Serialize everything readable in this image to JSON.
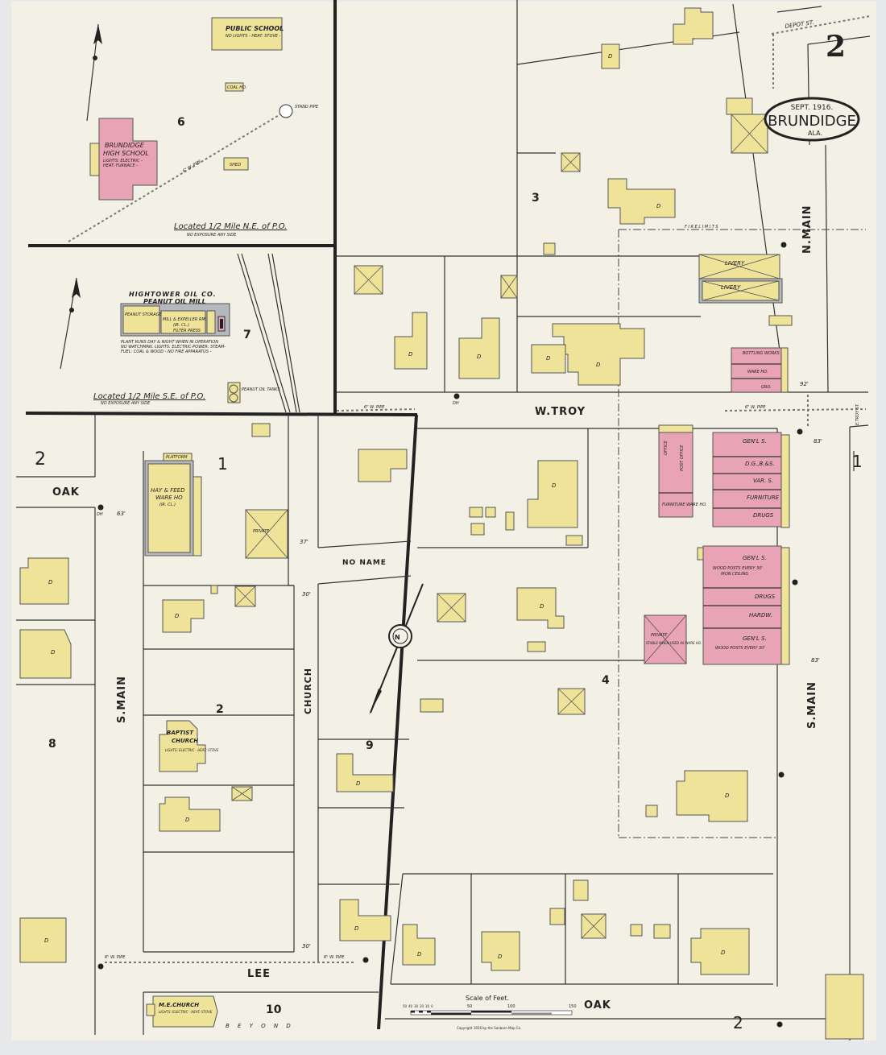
{
  "sheet": {
    "number": "2",
    "date": "SEPT. 1916.",
    "town": "BRUNDIDGE",
    "state": "ALA.",
    "copyright": "Copyright 1916 by the Sanborn Map Co."
  },
  "colors": {
    "paper": "#f3f1e6",
    "frame_dwelling": "#efe39a",
    "brick": "#e8a3b5",
    "fireproof_iron_clad": "#b5b9bd"
  },
  "insets": {
    "six": {
      "block": "6",
      "location": "Located 1/2 Mile N.E. of P.O.",
      "exposure": "NO EXPOSURE ANY SIDE",
      "public_school": "PUBLIC SCHOOL",
      "public_school_note": "NO LIGHTS - HEAT: STOVE -",
      "high_school": [
        "BRUNDIDGE",
        "HIGH SCHOOL"
      ],
      "high_school_note": "LIGHTS: ELECTRIC - HEAT: FURNACE -",
      "coal_ho": "COAL HO.",
      "shed": "SHED",
      "stand_pipe": "STAND PIPE",
      "pipe": "6\" W. PIPE"
    },
    "seven": {
      "block": "7",
      "location": "Located 1/2 Mile S.E. of P.O.",
      "exposure": "NO EXPOSURE ANY SIDE",
      "company": "HIGHTOWER OIL CO.",
      "mill": "PEANUT OIL MILL",
      "storage": "PEANUT STORAGE",
      "expeller": "MILL & EXPELLER RM.",
      "iron_clad": "(IR. CL.)",
      "filter": "FILTER PRESS",
      "notes": [
        "PLANT RUNS DAY & NIGHT WHEN IN OPERATION",
        "NO WATCHMAN. LIGHTS: ELECTRIC-POWER: STEAM-",
        "FUEL: COAL & WOOD - NO FIRE APPARATUS -"
      ],
      "tanks": "PEANUT OIL TANKS"
    }
  },
  "streets": {
    "depot": "DEPOT ST.",
    "n_main": "N.MAIN",
    "w_troy": "W.TROY",
    "s_main_left": "S.MAIN",
    "s_main_right": "S.MAIN",
    "oak_left": "OAK",
    "oak_bottom": "OAK",
    "church": "CHURCH",
    "no_name": "NO NAME",
    "lee": "LEE",
    "e_troy": "E.TROY ST."
  },
  "blocks": {
    "b1": "1",
    "b2": "2",
    "b3": "3",
    "b4": "4",
    "b8": "8",
    "b9": "9",
    "b10": "10",
    "adj_left": "2",
    "adj_right": "1",
    "adj_bottom": "2"
  },
  "buildings": {
    "livery": "LIVERY",
    "bottling": "BOTTLING WORKS",
    "ware_ho": "WARE HO.",
    "gro": "GRO.",
    "office": "OFFICE",
    "post_office": "POST OFFICE",
    "furniture_ware": "FURNITURE WARE HO.",
    "row1": [
      "GEN'L S.",
      "D.G.,B.&S.",
      "VAR. S.",
      "FURNITURE",
      "DRUGS"
    ],
    "row2": [
      "GEN'L S.",
      "DRUGS",
      "HARDW.",
      "GEN'L S."
    ],
    "wood_posts": "WOOD POSTS EVERY 30'",
    "iron_ceiling": "IRON CEILING",
    "private_pink": "PRIVATE",
    "private_pink_note": "STABLE WHEN USED AS WARE HO.",
    "hay_feed": [
      "HAY & FEED",
      "WARE HO",
      "(IR. CL.)"
    ],
    "platform": "PLATFORM",
    "private": "PRIVATE",
    "baptist": [
      "BAPTIST",
      "CHURCH"
    ],
    "baptist_note": "LIGHTS: ELECTRIC - HEAT: STOVE",
    "me_church": "M.E.CHURCH",
    "me_church_note": "LIGHTS: ELECTRIC - HEAT: STOVE",
    "dwelling": "D"
  },
  "annotations": {
    "water_pipe": "6\" W. PIPE",
    "hydrant": "DH",
    "w_63": "63'",
    "w_83": "83'",
    "w_37": "37'",
    "w_30": "30'",
    "w_92": "92'",
    "beyond": "B E Y O N D",
    "fire_limits": "F I R E   L I M I T S"
  },
  "scale": {
    "title": "Scale of Feet.",
    "ticks": [
      "50",
      "40",
      "30",
      "20",
      "10",
      "0",
      "50",
      "100",
      "150"
    ]
  }
}
